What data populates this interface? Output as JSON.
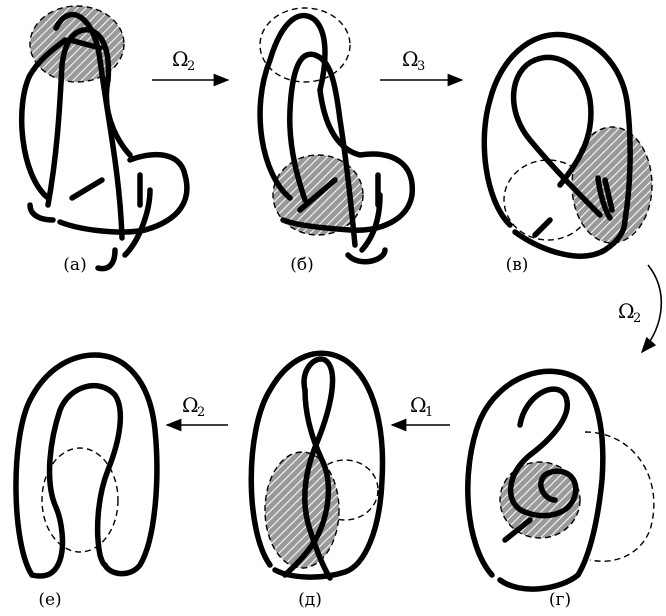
{
  "panels": {
    "a": {
      "label": "(а)"
    },
    "b": {
      "label": "(б)"
    },
    "v": {
      "label": "(в)"
    },
    "g": {
      "label": "(г)"
    },
    "d": {
      "label": "(д)"
    },
    "e": {
      "label": "(е)"
    }
  },
  "moves": [
    {
      "symbol": "Ω",
      "sub": "2"
    },
    {
      "symbol": "Ω",
      "sub": "3"
    },
    {
      "symbol": "Ω",
      "sub": "2"
    },
    {
      "symbol": "Ω",
      "sub": "1"
    },
    {
      "symbol": "Ω",
      "sub": "2"
    }
  ]
}
